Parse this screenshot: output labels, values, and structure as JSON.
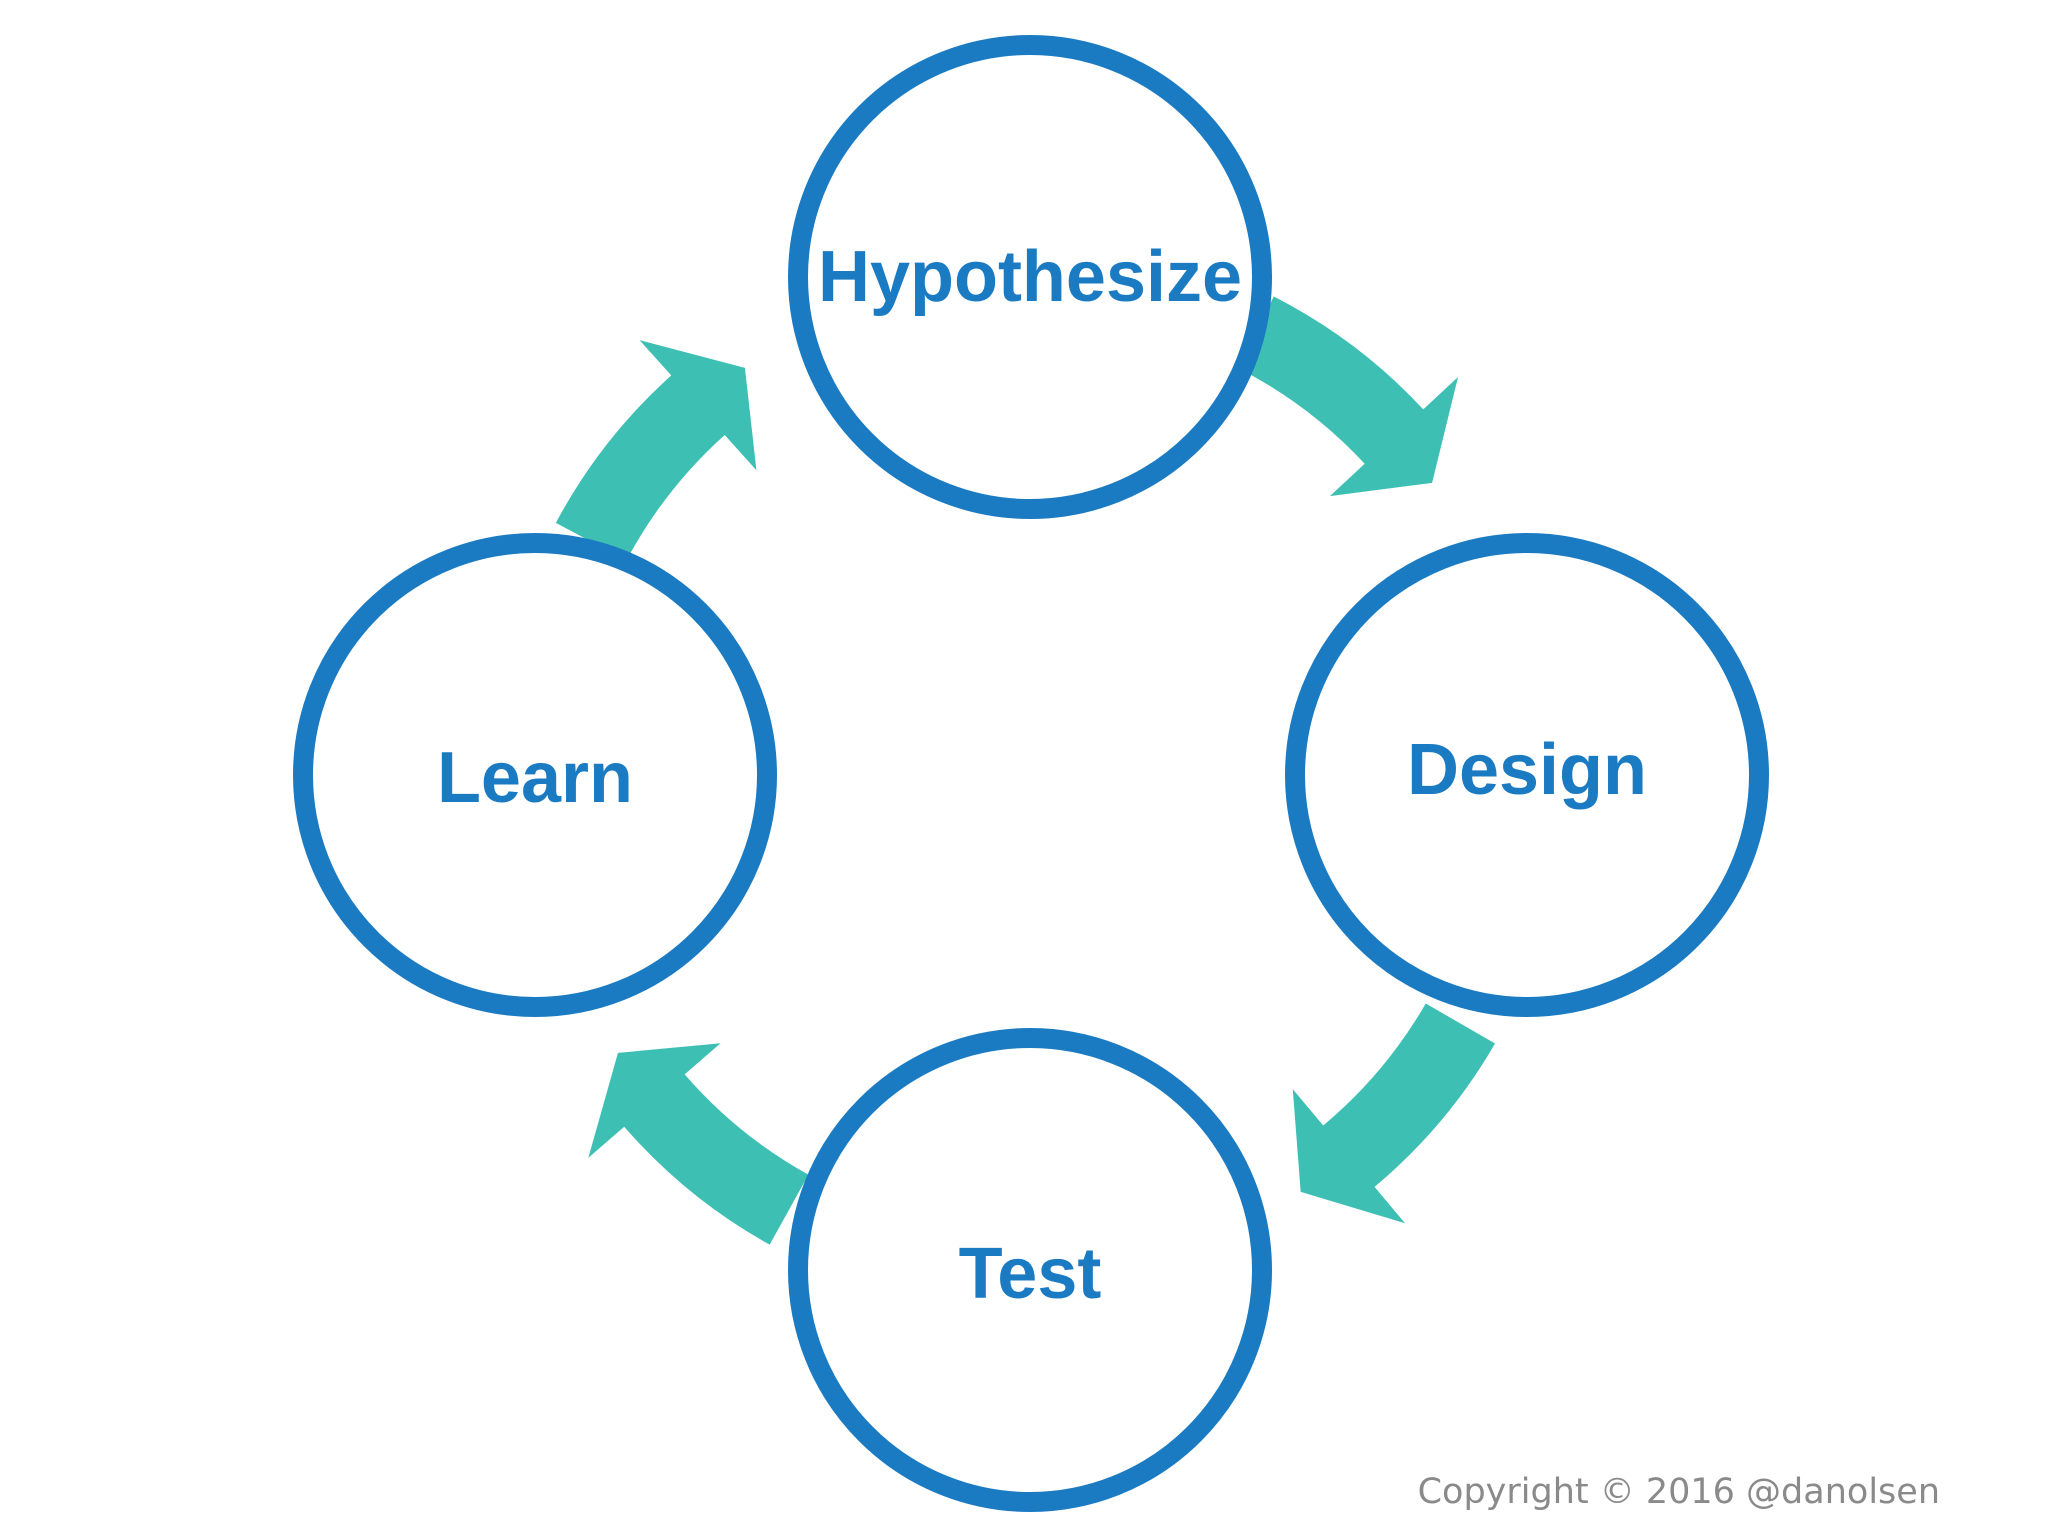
{
  "colors": {
    "circle_stroke": "#1b7bc2",
    "label_text": "#1b7bc2",
    "arrow_fill": "#3dc0b3",
    "background": "#ffffff"
  },
  "nodes": [
    {
      "id": "hypothesize",
      "label": "Hypothesize"
    },
    {
      "id": "design",
      "label": "Design"
    },
    {
      "id": "test",
      "label": "Test"
    },
    {
      "id": "learn",
      "label": "Learn"
    }
  ],
  "edges": [
    {
      "from": "hypothesize",
      "to": "design"
    },
    {
      "from": "design",
      "to": "test"
    },
    {
      "from": "test",
      "to": "learn"
    },
    {
      "from": "learn",
      "to": "hypothesize"
    }
  ],
  "footer": {
    "copyright": "Copyright © 2016 @danolsen"
  }
}
